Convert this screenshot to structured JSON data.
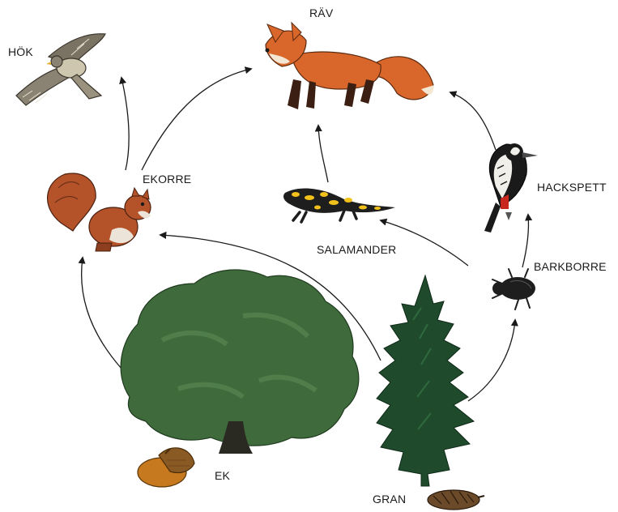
{
  "labels": {
    "hok": "HÖK",
    "rav": "RÄV",
    "ekorre": "EKORRE",
    "salamander": "SALAMANDER",
    "hackspett": "HACKSPETT",
    "barkborre": "BARKBORRE",
    "ek": "EK",
    "gran": "GRAN"
  },
  "food_web_links": [
    {
      "from": "ek",
      "to": "ekorre"
    },
    {
      "from": "gran",
      "to": "ekorre"
    },
    {
      "from": "gran",
      "to": "barkborre"
    },
    {
      "from": "barkborre",
      "to": "salamander"
    },
    {
      "from": "barkborre",
      "to": "hackspett"
    },
    {
      "from": "ekorre",
      "to": "hok"
    },
    {
      "from": "ekorre",
      "to": "rav"
    },
    {
      "from": "salamander",
      "to": "rav"
    },
    {
      "from": "hackspett",
      "to": "rav"
    }
  ],
  "colors": {
    "fox": "#d9662a",
    "squirrel": "#b4532a",
    "hawk": "#8a8272",
    "oak": "#3f6b3c",
    "spruce": "#1f4a2c",
    "salamander_spots": "#f2c21b",
    "beetle": "#1e1e1e",
    "woodpecker_red": "#c8281e"
  }
}
